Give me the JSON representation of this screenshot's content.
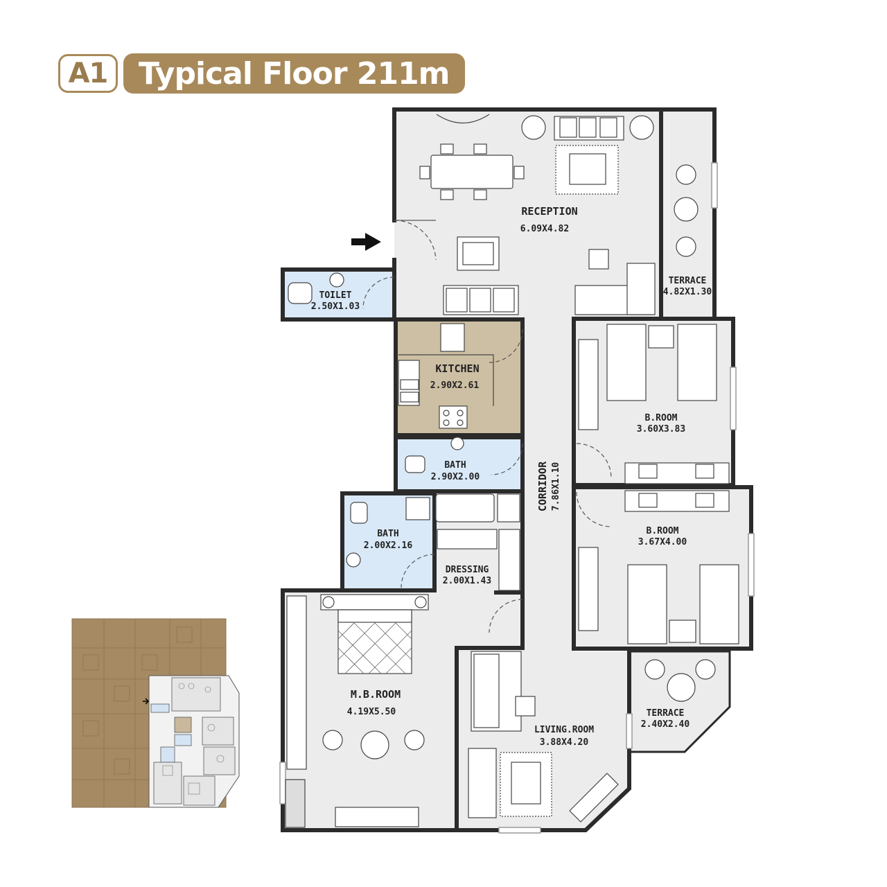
{
  "header": {
    "badge": "A1",
    "title": "Typical Floor 211m"
  },
  "rooms": {
    "reception": {
      "name": "RECEPTION",
      "dims": "6.09X4.82"
    },
    "terrace_top": {
      "name": "TERRACE",
      "dims": "4.82X1.30"
    },
    "toilet": {
      "name": "TOILET",
      "dims": "2.50X1.03"
    },
    "kitchen": {
      "name": "KITCHEN",
      "dims": "2.90X2.61"
    },
    "bath1": {
      "name": "BATH",
      "dims": "2.90X2.00"
    },
    "bath2": {
      "name": "BATH",
      "dims": "2.00X2.16"
    },
    "dressing": {
      "name": "DRESSING",
      "dims": "2.00X1.43"
    },
    "corridor": {
      "name": "CORRIDOR",
      "dims": "7.86X1.10"
    },
    "broom1": {
      "name": "B.ROOM",
      "dims": "3.60X3.83"
    },
    "broom2": {
      "name": "B.ROOM",
      "dims": "3.67X4.00"
    },
    "mbroom": {
      "name": "M.B.ROOM",
      "dims": "4.19X5.50"
    },
    "living": {
      "name": "LIVING.ROOM",
      "dims": "3.88X4.20"
    },
    "terrace_bottom": {
      "name": "TERRACE",
      "dims": "2.40X2.40"
    }
  },
  "colors": {
    "accent": "#a8895a",
    "wall": "#2b2b2b",
    "floor": "#ececec",
    "kitchen": "#cdbfa3",
    "wet": "#d9e9f8",
    "keyplan": "#a68a63"
  },
  "icons": [
    "entrance-arrow-icon",
    "keyplan-thumbnail"
  ]
}
